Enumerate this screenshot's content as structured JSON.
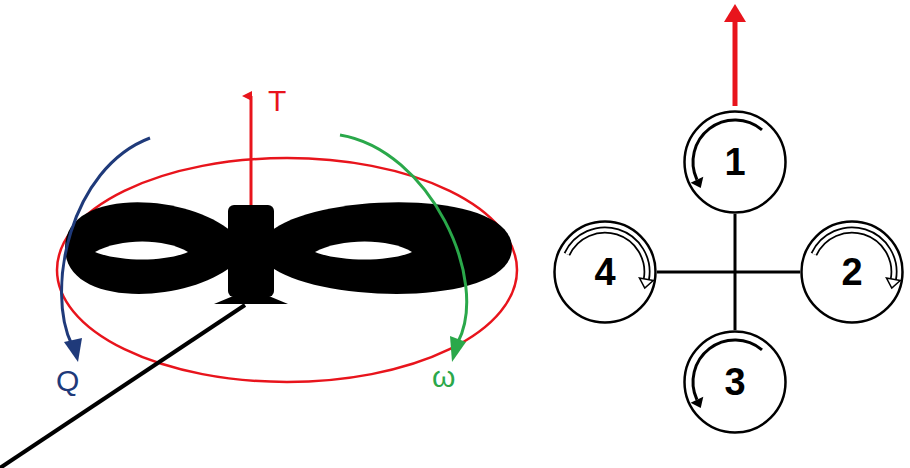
{
  "diagram": {
    "nodes": [
      {
        "text": [
          "1"
        ]
      },
      {
        "text": [
          "4"
        ]
      },
      {
        "text": [
          "2"
        ]
      },
      {
        "text": [
          "3"
        ]
      }
    ],
    "edges": [
      {
        "from": 0,
        "to": 3,
        "arrow": "none"
      },
      {
        "from": 1,
        "to": 2,
        "arrow": "none"
      }
    ],
    "labels": [
      "T",
      "Q",
      "ω"
    ]
  }
}
